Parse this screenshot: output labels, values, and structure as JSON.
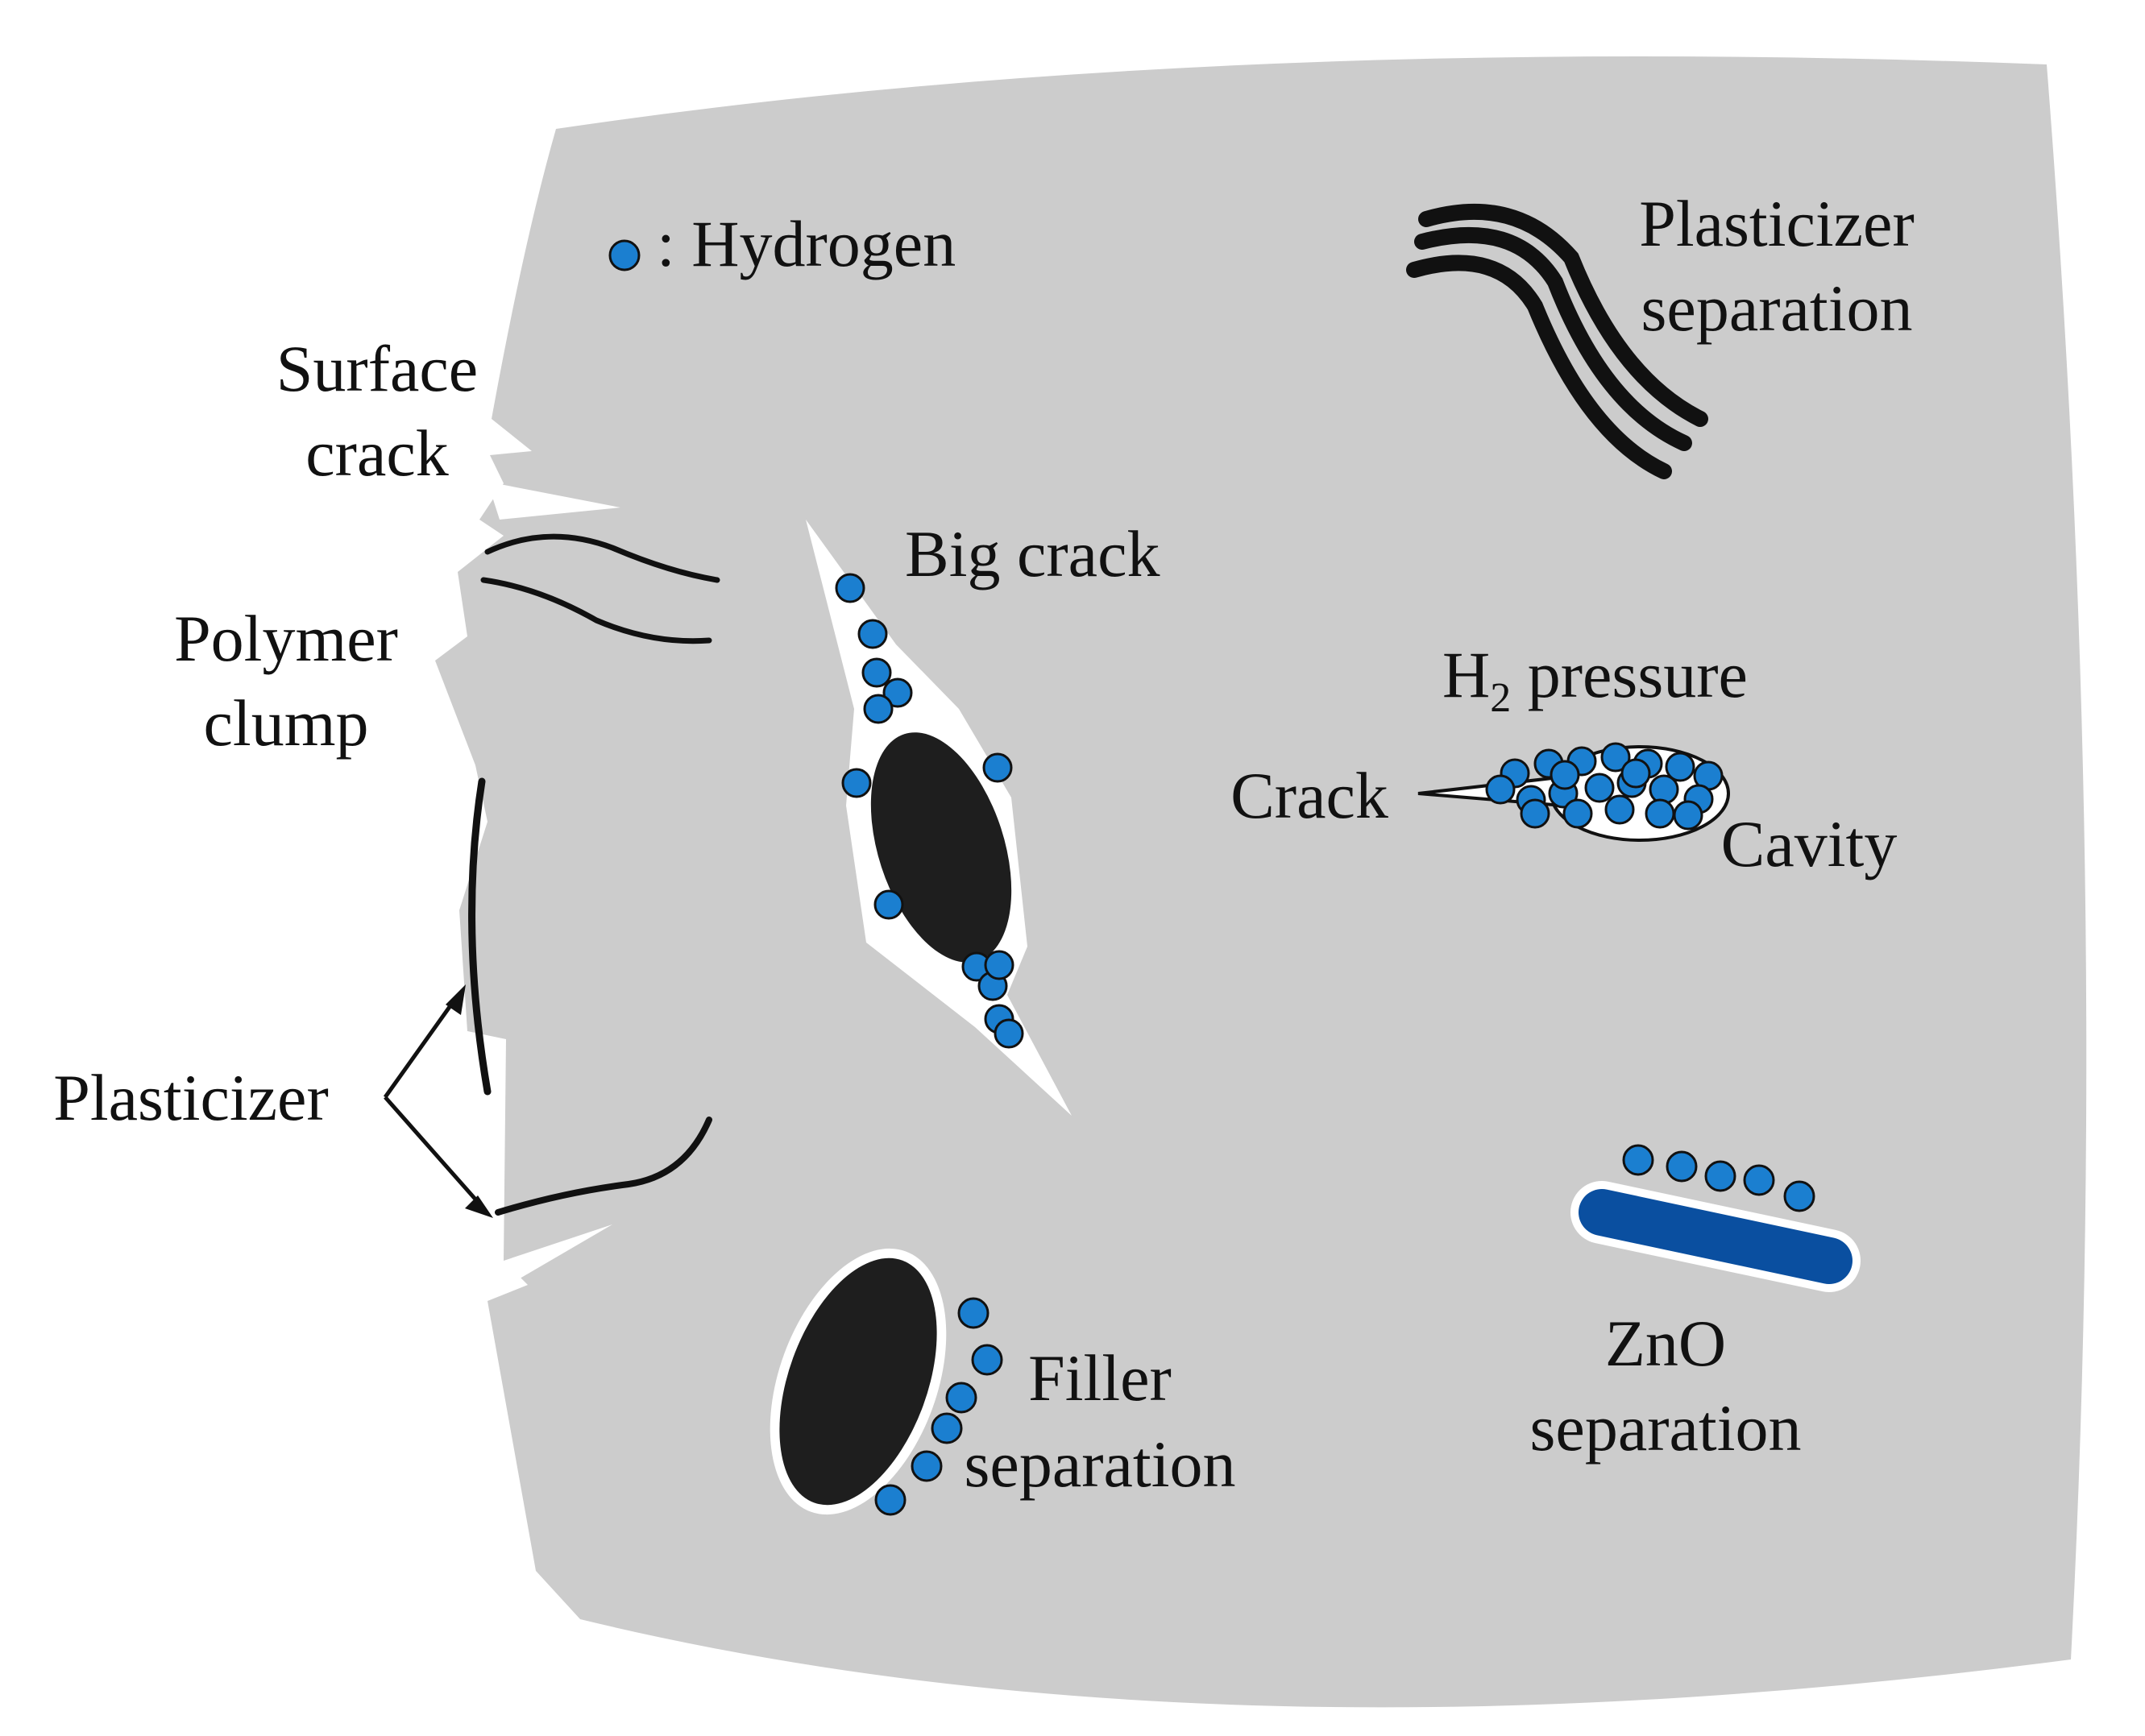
{
  "legend": {
    "marker_icon": "hydrogen-dot-icon",
    "text": ": Hydrogen"
  },
  "labels": {
    "surface_crack": [
      "Surface",
      "crack"
    ],
    "polymer_clump": [
      "Polymer",
      "clump"
    ],
    "plasticizer": "Plasticizer",
    "big_crack": "Big crack",
    "plasticizer_separation": [
      "Plasticizer",
      "separation"
    ],
    "h2_pressure": {
      "prefix": "H",
      "subscript": "2",
      "suffix": " pressure"
    },
    "crack": "Crack",
    "cavity": "Cavity",
    "zno_separation": [
      "ZnO",
      "separation"
    ],
    "filler_separation": [
      "Filler",
      "separation"
    ]
  },
  "colors": {
    "matrix": "#cccccc",
    "hydrogen": "#1b7fd0",
    "zno": "#0a4fa0",
    "filler": "#1e1e1e",
    "plasticizer_line": "#111111",
    "void": "#ffffff"
  }
}
